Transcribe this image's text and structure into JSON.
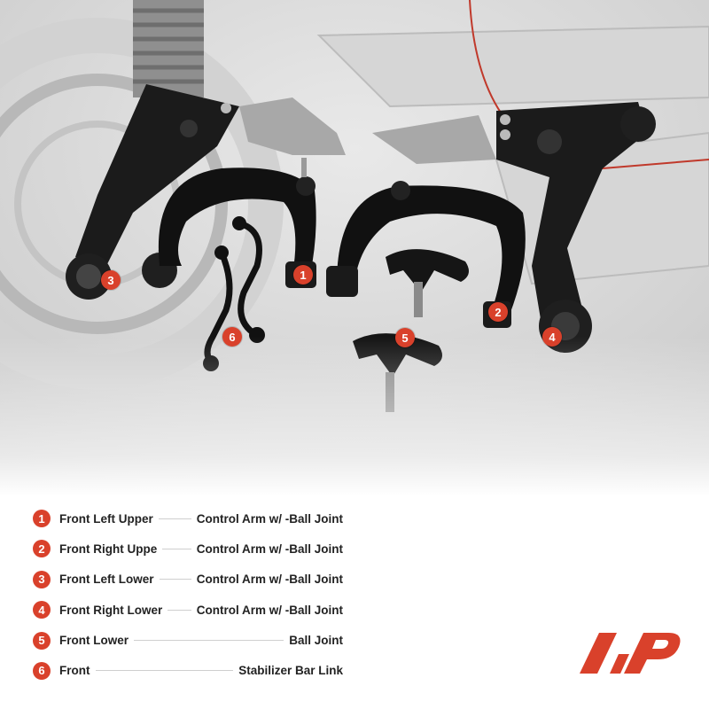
{
  "photo": {
    "badges": [
      "1",
      "2",
      "3",
      "4",
      "5",
      "6"
    ]
  },
  "legend": [
    {
      "number": "1",
      "position": "Front Left Upper",
      "description": "Control Arm w/ -Ball Joint"
    },
    {
      "number": "2",
      "position": "Front Right Uppe",
      "description": "Control Arm w/ -Ball Joint"
    },
    {
      "number": "3",
      "position": "Front Left Lower",
      "description": "Control Arm w/ -Ball Joint"
    },
    {
      "number": "4",
      "position": "Front Right Lower",
      "description": "Control Arm w/ -Ball Joint"
    },
    {
      "number": "5",
      "position": "Front Lower",
      "description": "Ball Joint"
    },
    {
      "number": "6",
      "position": "Front",
      "description": "Stabilizer Bar Link"
    }
  ],
  "colors": {
    "accent": "#d9412b",
    "text": "#222222",
    "leader_line": "#cfcfcf"
  },
  "logo": {
    "icon": "a-premium-logo"
  }
}
